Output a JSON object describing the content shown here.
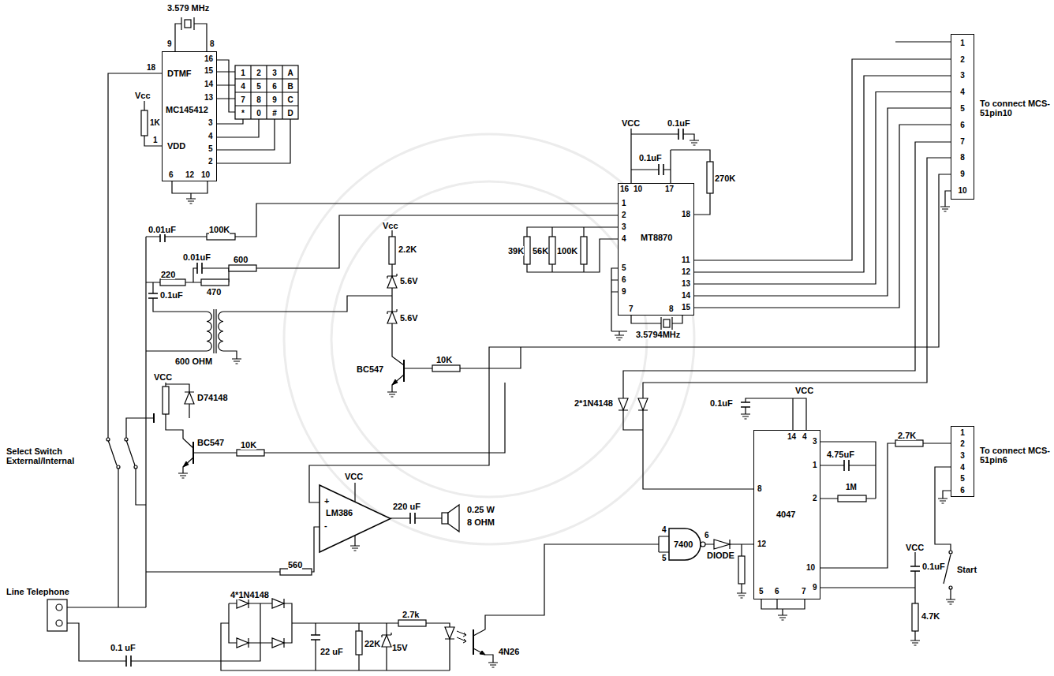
{
  "diagram": {
    "nodes": [
      {
        "text": [
          "DTMF",
          "MC145412",
          "VDD"
        ]
      },
      {
        "text": [
          "MT8870"
        ]
      },
      {
        "text": [
          "+",
          "-",
          "LM386"
        ]
      },
      {
        "text": [
          "7400"
        ]
      },
      {
        "text": [
          "4047"
        ]
      },
      {
        "text": [
          "1",
          "2",
          "3",
          "4",
          "5",
          "6",
          "7",
          "8",
          "9",
          "10"
        ]
      },
      {
        "text": [
          "1",
          "2",
          "3",
          "4",
          "5",
          "6"
        ]
      }
    ],
    "edges": [
      {
        "from": 1,
        "to": 5,
        "arrow": "none"
      }
    ],
    "labels": [
      "3.579 MHz",
      "9",
      "8",
      "18",
      "1",
      "16",
      "15",
      "14",
      "13",
      "3",
      "4",
      "5",
      "2",
      "6",
      "12",
      "10",
      "1",
      "2",
      "3",
      "A",
      "4",
      "5",
      "6",
      "B",
      "7",
      "8",
      "9",
      "C",
      "*",
      "0",
      "#",
      "D",
      "Vcc",
      "1K",
      "0.01uF",
      "100K",
      "0.01uF",
      "600",
      "220",
      "470",
      "0.1uF",
      "600 OHM",
      "Vcc",
      "2.2K",
      "5.6V",
      "5.6V",
      "BC547",
      "10K",
      "VCC",
      "D74148",
      "BC547",
      "10K",
      "Select Switch External/Internal",
      "VCC",
      "220 uF",
      "0.25 W",
      "8 OHM",
      "560",
      "4*1N4148",
      "Line Telephone",
      "0.1 uF",
      "2.7k",
      "22K",
      "22 uF",
      "15V",
      "4N26",
      "39K",
      "56K",
      "100K",
      "1",
      "2",
      "3",
      "4",
      "5",
      "6",
      "9",
      "16",
      "10",
      "17",
      "18",
      "11",
      "12",
      "13",
      "14",
      "15",
      "7",
      "8",
      "3.5794MHz",
      "VCC",
      "0.1uF",
      "0.1uF",
      "270K",
      "To connect MCS-51pin10",
      "To connect MCS-51pin6",
      "2.7K",
      "Start",
      "VCC",
      "0.1uF",
      "14",
      "4",
      "3",
      "1",
      "2",
      "10",
      "9",
      "8",
      "12",
      "5",
      "6",
      "7",
      "4.75uF",
      "1M",
      "VCC",
      "0.1uF",
      "4.7K",
      "2*1N4148",
      "4",
      "5",
      "6",
      "DIODE"
    ]
  }
}
